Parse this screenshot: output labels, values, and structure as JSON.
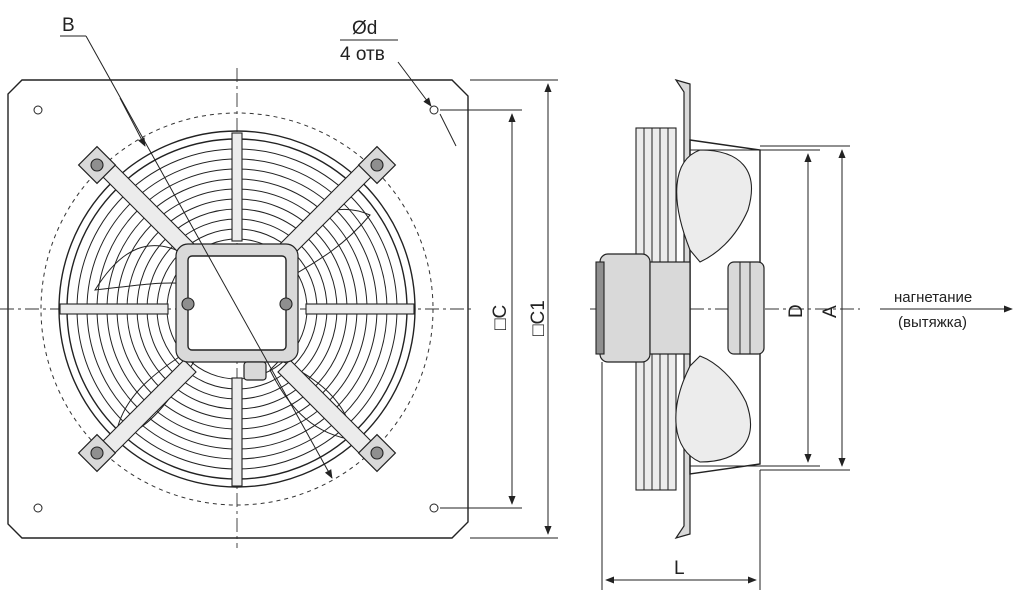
{
  "labels": {
    "B": "B",
    "d_hole": "Ød",
    "holes_count": "4 отв",
    "C": "□C",
    "C1": "□C1",
    "D": "D",
    "A": "A",
    "L": "L",
    "flow_top": "нагнетание",
    "flow_bottom": "(вытяжка)"
  }
}
